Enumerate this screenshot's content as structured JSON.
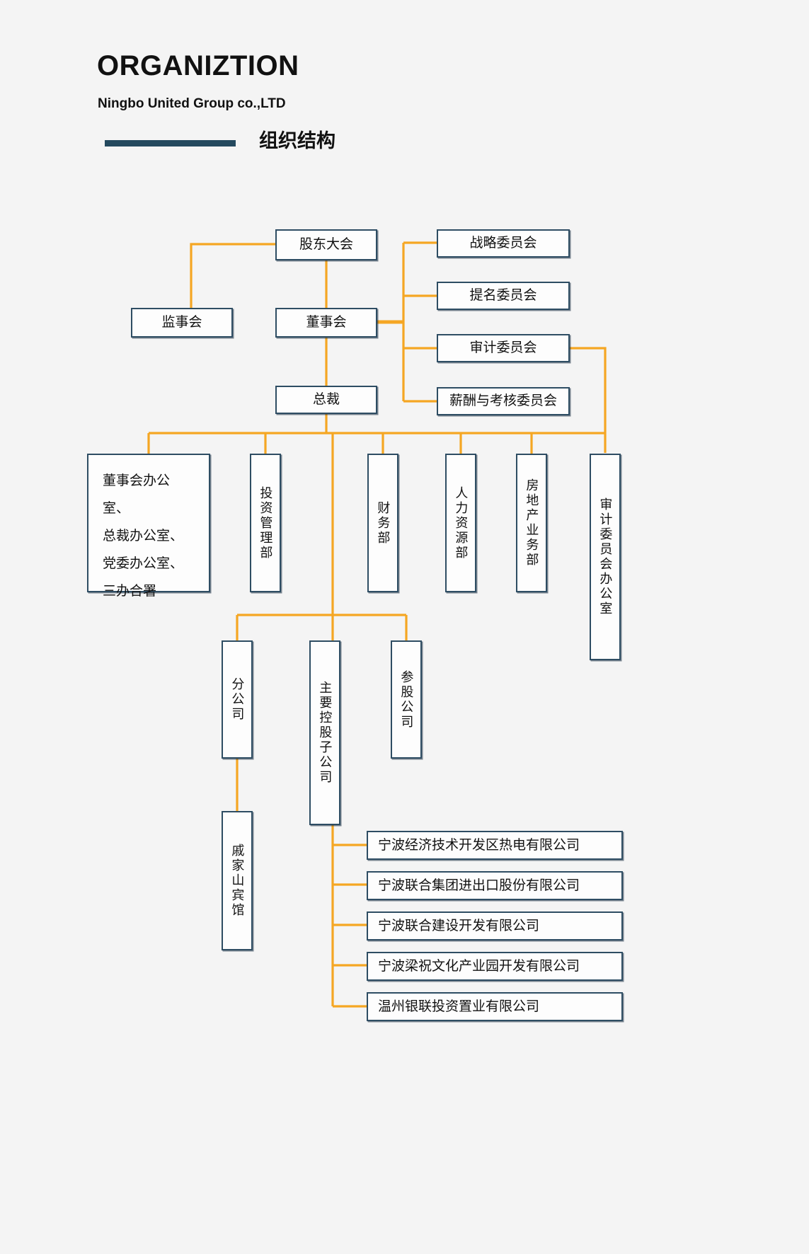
{
  "header": {
    "title": "ORGANIZTION",
    "subtitle": "Ningbo United Group co.,LTD",
    "chinese_title": "组织结构",
    "bar_color": "#24495e"
  },
  "theme": {
    "background": "#f4f4f4",
    "box_border": "#2e4d63",
    "box_fill": "#fdfdfd",
    "connector": "#f5a623",
    "text": "#111111"
  },
  "chart_data": {
    "type": "diagram",
    "diagram_kind": "organization-chart",
    "nodes": [
      {
        "id": "shareholders",
        "label": "股东大会",
        "level": 1
      },
      {
        "id": "supervisory",
        "label": "监事会",
        "level": 2
      },
      {
        "id": "board",
        "label": "董事会",
        "level": 2
      },
      {
        "id": "strategy_cmt",
        "label": "战略委员会",
        "level": 2
      },
      {
        "id": "nomination_cmt",
        "label": "提名委员会",
        "level": 2
      },
      {
        "id": "audit_cmt",
        "label": "审计委员会",
        "level": 2
      },
      {
        "id": "comp_cmt",
        "label": "薪酬与考核委员会",
        "level": 2
      },
      {
        "id": "president",
        "label": "总裁",
        "level": 3
      },
      {
        "id": "dept_offices",
        "label": "董事会办公室、\n总裁办公室、\n党委办公室、\n三办合署",
        "level": 4
      },
      {
        "id": "dept_invest",
        "label": "投资管理部",
        "level": 4
      },
      {
        "id": "dept_finance",
        "label": "财务部",
        "level": 4
      },
      {
        "id": "dept_hr",
        "label": "人力资源部",
        "level": 4
      },
      {
        "id": "dept_realestate",
        "label": "房地产业务部",
        "level": 4
      },
      {
        "id": "audit_office",
        "label": "审计委员会办公室",
        "level": 4
      },
      {
        "id": "branch",
        "label": "分公司",
        "level": 5
      },
      {
        "id": "holding",
        "label": "主要控股子公司",
        "level": 5
      },
      {
        "id": "equity",
        "label": "参股公司",
        "level": 5
      },
      {
        "id": "qijiashan",
        "label": "戚家山宾馆",
        "level": 6
      },
      {
        "id": "sub1",
        "label": "宁波经济技术开发区热电有限公司",
        "level": 6
      },
      {
        "id": "sub2",
        "label": "宁波联合集团进出口股份有限公司",
        "level": 6
      },
      {
        "id": "sub3",
        "label": "宁波联合建设开发有限公司",
        "level": 6
      },
      {
        "id": "sub4",
        "label": "宁波梁祝文化产业园开发有限公司",
        "level": 6
      },
      {
        "id": "sub5",
        "label": "温州银联投资置业有限公司",
        "level": 6
      }
    ],
    "edges": [
      {
        "from": "shareholders",
        "to": "supervisory"
      },
      {
        "from": "shareholders",
        "to": "board"
      },
      {
        "from": "board",
        "to": "strategy_cmt"
      },
      {
        "from": "board",
        "to": "nomination_cmt"
      },
      {
        "from": "board",
        "to": "audit_cmt"
      },
      {
        "from": "board",
        "to": "comp_cmt"
      },
      {
        "from": "board",
        "to": "president"
      },
      {
        "from": "president",
        "to": "dept_offices"
      },
      {
        "from": "president",
        "to": "dept_invest"
      },
      {
        "from": "president",
        "to": "dept_finance"
      },
      {
        "from": "president",
        "to": "dept_hr"
      },
      {
        "from": "president",
        "to": "dept_realestate"
      },
      {
        "from": "audit_cmt",
        "to": "audit_office"
      },
      {
        "from": "president",
        "to": "branch"
      },
      {
        "from": "president",
        "to": "holding"
      },
      {
        "from": "president",
        "to": "equity"
      },
      {
        "from": "branch",
        "to": "qijiashan"
      },
      {
        "from": "holding",
        "to": "sub1"
      },
      {
        "from": "holding",
        "to": "sub2"
      },
      {
        "from": "holding",
        "to": "sub3"
      },
      {
        "from": "holding",
        "to": "sub4"
      },
      {
        "from": "holding",
        "to": "sub5"
      }
    ]
  },
  "nodes": {
    "shareholders": "股东大会",
    "supervisory": "监事会",
    "board": "董事会",
    "strategy_cmt": "战略委员会",
    "nomination_cmt": "提名委员会",
    "audit_cmt": "审计委员会",
    "comp_cmt": "薪酬与考核委员会",
    "president": "总裁",
    "dept_offices_l1": "董事会办公室、",
    "dept_offices_l2": "总裁办公室、",
    "dept_offices_l3": "党委办公室、",
    "dept_offices_l4": "三办合署",
    "dept_invest": "投资管理部",
    "dept_finance": "财务部",
    "dept_hr": "人力资源部",
    "dept_realestate": "房地产业务部",
    "audit_office": "审计委员会办公室",
    "branch": "分公司",
    "holding": "主要控股子公司",
    "equity": "参股公司",
    "qijiashan": "戚家山宾馆",
    "sub1": "宁波经济技术开发区热电有限公司",
    "sub2": "宁波联合集团进出口股份有限公司",
    "sub3": "宁波联合建设开发有限公司",
    "sub4": "宁波梁祝文化产业园开发有限公司",
    "sub5": "温州银联投资置业有限公司"
  }
}
